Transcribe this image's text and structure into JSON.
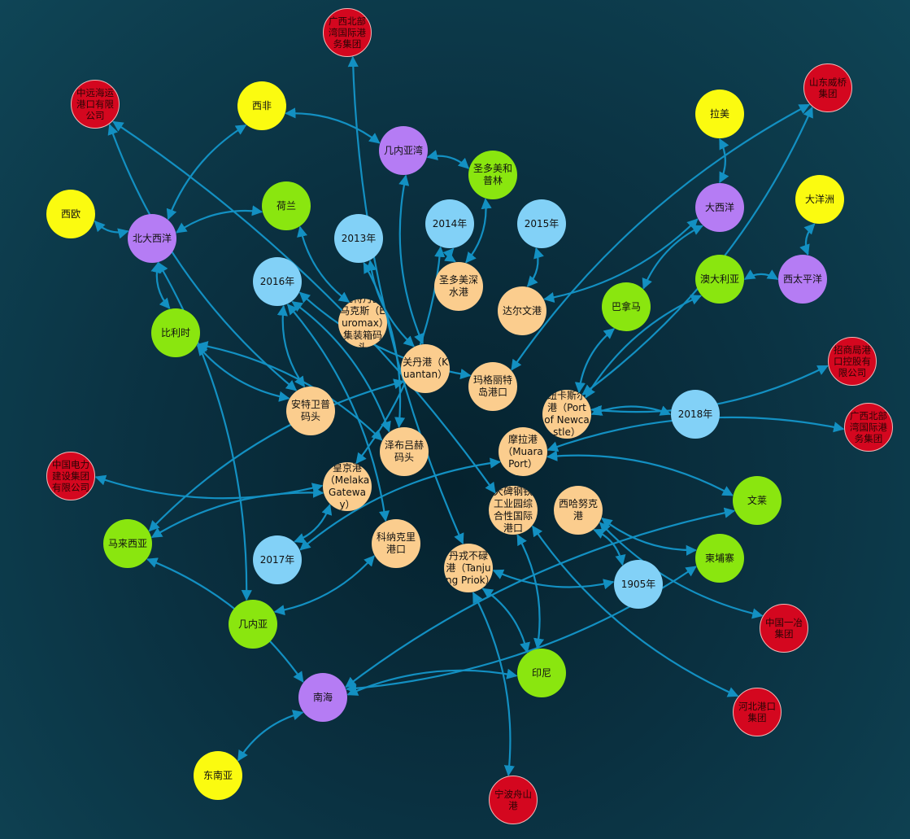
{
  "colors": {
    "region": "#8ae60f",
    "continent": "#fbfb10",
    "sea": "#b57cf4",
    "year": "#82d1f7",
    "port": "#fbcd8e",
    "company": "#d4071f",
    "edge": "#1390c2"
  },
  "nodes": [
    {
      "id": "gxbbw1",
      "label": "广西北部湾国际港务集团",
      "type": "company"
    },
    {
      "id": "zygkd",
      "label": "中远海运港口有限公司",
      "type": "company"
    },
    {
      "id": "xifei",
      "label": "西非",
      "type": "continent"
    },
    {
      "id": "jnyw",
      "label": "几内亚湾",
      "type": "sea"
    },
    {
      "id": "sdwl",
      "label": "山东威桥集团",
      "type": "company"
    },
    {
      "id": "lamei",
      "label": "拉美",
      "type": "continent"
    },
    {
      "id": "sdmhpl",
      "label": "圣多美和普林",
      "type": "region"
    },
    {
      "id": "xiou",
      "label": "西欧",
      "type": "continent"
    },
    {
      "id": "bdxy",
      "label": "北大西洋",
      "type": "sea"
    },
    {
      "id": "helan",
      "label": "荷兰",
      "type": "region"
    },
    {
      "id": "dxy",
      "label": "大西洋",
      "type": "sea"
    },
    {
      "id": "dyz",
      "label": "大洋洲",
      "type": "continent"
    },
    {
      "id": "y2013",
      "label": "2013年",
      "type": "year"
    },
    {
      "id": "y2014",
      "label": "2014年",
      "type": "year"
    },
    {
      "id": "y2015",
      "label": "2015年",
      "type": "year"
    },
    {
      "id": "y2016",
      "label": "2016年",
      "type": "year"
    },
    {
      "id": "sdmss",
      "label": "圣多美深水港",
      "type": "port"
    },
    {
      "id": "adl",
      "label": "澳大利亚",
      "type": "region"
    },
    {
      "id": "xtpy",
      "label": "西太平洋",
      "type": "sea"
    },
    {
      "id": "dewg",
      "label": "达尔文港",
      "type": "port"
    },
    {
      "id": "bnm",
      "label": "巴拿马",
      "type": "region"
    },
    {
      "id": "emax",
      "label": "鹿特丹欧马克斯（Euromax）集装箱码头",
      "type": "port"
    },
    {
      "id": "blsh",
      "label": "比利时",
      "type": "region"
    },
    {
      "id": "gdg",
      "label": "关丹港（Kuantan）",
      "type": "port"
    },
    {
      "id": "mglt",
      "label": "玛格丽特岛港口",
      "type": "port"
    },
    {
      "id": "zsj",
      "label": "招商局港口控股有限公司",
      "type": "company"
    },
    {
      "id": "atwp",
      "label": "安特卫普码头",
      "type": "port"
    },
    {
      "id": "nksr",
      "label": "纽卡斯尔港（Port of Newcastle）",
      "type": "port"
    },
    {
      "id": "y2018",
      "label": "2018年",
      "type": "year"
    },
    {
      "id": "gxbbw2",
      "label": "广西北部湾国际港务集团",
      "type": "company"
    },
    {
      "id": "zblh",
      "label": "泽布吕赫码头",
      "type": "port"
    },
    {
      "id": "mlg",
      "label": "摩拉港（Muara Port）",
      "type": "port"
    },
    {
      "id": "zgdl",
      "label": "中国电力建设集团有限公司",
      "type": "company"
    },
    {
      "id": "hjg",
      "label": "皇京港（Melaka Gateway）",
      "type": "port"
    },
    {
      "id": "dbgt",
      "label": "大碑钢铁工业园综合性国际港口",
      "type": "port"
    },
    {
      "id": "xhnk",
      "label": "西哈努克港",
      "type": "port"
    },
    {
      "id": "wenlai",
      "label": "文莱",
      "type": "region"
    },
    {
      "id": "mlxy",
      "label": "马来西亚",
      "type": "region"
    },
    {
      "id": "knkl",
      "label": "科纳克里港口",
      "type": "port"
    },
    {
      "id": "y2017",
      "label": "2017年",
      "type": "year"
    },
    {
      "id": "djbl",
      "label": "丹戎不碌港（Tanjung Priok）",
      "type": "port"
    },
    {
      "id": "jpz",
      "label": "柬埔寨",
      "type": "region"
    },
    {
      "id": "y1905",
      "label": "1905年",
      "type": "year"
    },
    {
      "id": "jny",
      "label": "几内亚",
      "type": "region"
    },
    {
      "id": "zgyy",
      "label": "中国一冶集团",
      "type": "company"
    },
    {
      "id": "yinni",
      "label": "印尼",
      "type": "region"
    },
    {
      "id": "nanhai",
      "label": "南海",
      "type": "sea"
    },
    {
      "id": "hbgk",
      "label": "河北港口集团",
      "type": "company"
    },
    {
      "id": "dny",
      "label": "东南亚",
      "type": "continent"
    },
    {
      "id": "nbzs",
      "label": "宁波舟山港",
      "type": "company"
    }
  ],
  "edges": [
    [
      "xifei",
      "jnyw"
    ],
    [
      "xifei",
      "bdxy"
    ],
    [
      "jnyw",
      "sdmhpl"
    ],
    [
      "jnyw",
      "gdg"
    ],
    [
      "sdmhpl",
      "sdmss"
    ],
    [
      "xiou",
      "bdxy"
    ],
    [
      "bdxy",
      "helan"
    ],
    [
      "bdxy",
      "blsh"
    ],
    [
      "bdxy",
      "jny"
    ],
    [
      "helan",
      "emax"
    ],
    [
      "lamei",
      "dxy"
    ],
    [
      "dxy",
      "bnm"
    ],
    [
      "dxy",
      "dewg"
    ],
    [
      "dyz",
      "xtpy"
    ],
    [
      "adl",
      "xtpy"
    ],
    [
      "adl",
      "nksr"
    ],
    [
      "y2015",
      "dewg"
    ],
    [
      "y2014",
      "sdmss"
    ],
    [
      "y2014",
      "hjg"
    ],
    [
      "y2013",
      "gdg"
    ],
    [
      "y2013",
      "zblh"
    ],
    [
      "y2016",
      "atwp"
    ],
    [
      "y2016",
      "knkl"
    ],
    [
      "y2016",
      "mglt"
    ],
    [
      "y2016",
      "zblh"
    ],
    [
      "blsh",
      "atwp"
    ],
    [
      "blsh",
      "zblh"
    ],
    [
      "bnm",
      "nksr"
    ],
    [
      "nksr",
      "y2018"
    ],
    [
      "nksr",
      "zsj"
    ],
    [
      "mglt",
      "sdwl"
    ],
    [
      "gxbbw1",
      "djbl"
    ],
    [
      "zygkd",
      "dbgt"
    ],
    [
      "zygkd",
      "atwp"
    ],
    [
      "mlg",
      "gxbbw2"
    ],
    [
      "mlg",
      "y2017"
    ],
    [
      "mlg",
      "wenlai"
    ],
    [
      "gdg",
      "mlxy"
    ],
    [
      "hjg",
      "zgdl"
    ],
    [
      "hjg",
      "mlxy"
    ],
    [
      "hjg",
      "y2017"
    ],
    [
      "xhnk",
      "jpz"
    ],
    [
      "xhnk",
      "y1905"
    ],
    [
      "xhnk",
      "zgyy"
    ],
    [
      "dbgt",
      "yinni"
    ],
    [
      "dbgt",
      "hbgk"
    ],
    [
      "djbl",
      "yinni"
    ],
    [
      "djbl",
      "y1905"
    ],
    [
      "djbl",
      "nbzs"
    ],
    [
      "nanhai",
      "mlxy"
    ],
    [
      "nanhai",
      "yinni"
    ],
    [
      "nanhai",
      "jpz"
    ],
    [
      "nanhai",
      "wenlai"
    ],
    [
      "nanhai",
      "dny"
    ],
    [
      "knkl",
      "jny"
    ],
    [
      "nksr",
      "sdwl"
    ]
  ]
}
